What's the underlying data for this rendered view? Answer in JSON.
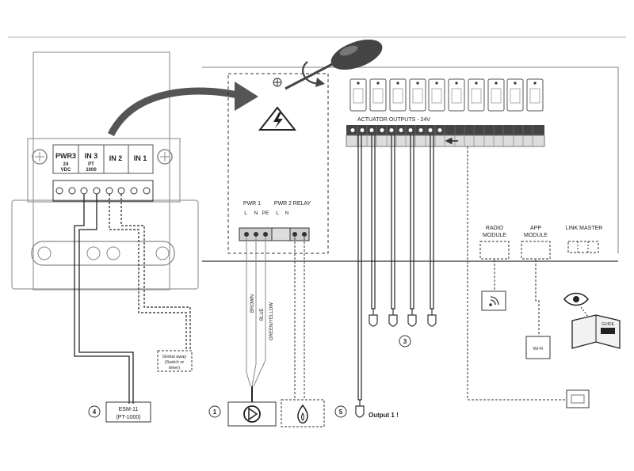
{
  "left_terminals": {
    "pwr3": "PWR3",
    "pwr3_sub1": "24",
    "pwr3_sub2": "VDC",
    "in3": "IN 3",
    "in3_sub1": "PT",
    "in3_sub2": "1000",
    "in2": "IN 2",
    "in1": "IN 1"
  },
  "right_panel": {
    "actuator_outputs": "ACTUATOR OUTPUTS - 24V",
    "pwr1": "PWR 1",
    "pwr1_pins": [
      "L",
      "N",
      "PE"
    ],
    "pwr2": "PWR 2",
    "pwr2_pins": [
      "L",
      "N"
    ],
    "relay": "RELAY",
    "radio_module": [
      "RADIO",
      "MODULE"
    ],
    "app_module": [
      "APP",
      "MODULE"
    ],
    "link_master": "LINK MASTER",
    "wifi_label": "Wi-Fi",
    "guide_label": "GUIDE"
  },
  "wires": {
    "brown": "BROWN",
    "blue": "BLUE",
    "green_yellow": "GREEN/YELLOW"
  },
  "global_away": [
    "Global away",
    "(Switch or",
    "timer)"
  ],
  "sensor": {
    "line1": "ESM-11",
    "line2": "(PT-1000)"
  },
  "callouts": {
    "c1": "1",
    "c3": "3",
    "c4": "4",
    "c5": "5"
  },
  "output_label": "Output 1 !",
  "icons": [
    "warning-icon",
    "screwdriver-icon",
    "pump-icon",
    "flame-icon",
    "wifi-icon",
    "eye-icon",
    "guide-book-icon"
  ]
}
